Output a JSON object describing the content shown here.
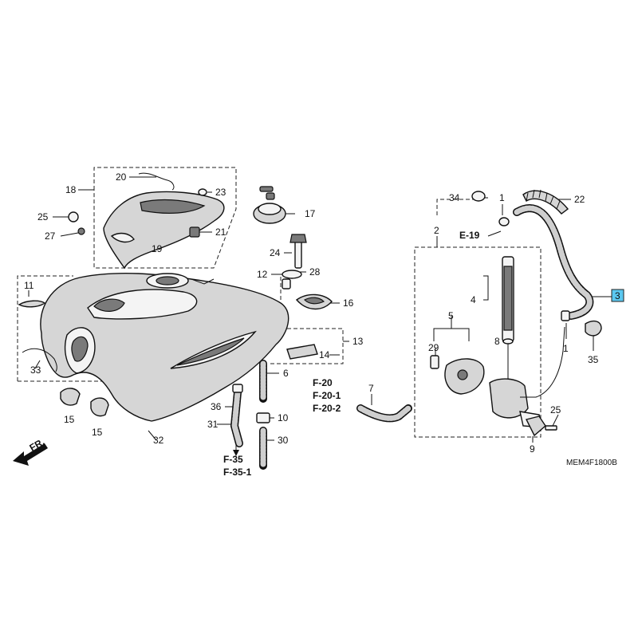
{
  "callouts": {
    "c1a": "1",
    "c1b": "1",
    "c2": "2",
    "c3": "3",
    "c4": "4",
    "c5": "5",
    "c6": "6",
    "c7": "7",
    "c8": "8",
    "c9": "9",
    "c10": "10",
    "c11": "11",
    "c12": "12",
    "c13": "13",
    "c14": "14",
    "c15a": "15",
    "c15b": "15",
    "c16": "16",
    "c17": "17",
    "c18": "18",
    "c19": "19",
    "c20": "20",
    "c21": "21",
    "c22": "22",
    "c23": "23",
    "c24": "24",
    "c25a": "25",
    "c25b": "25",
    "c27": "27",
    "c28": "28",
    "c29": "29",
    "c30": "30",
    "c31": "31",
    "c32": "32",
    "c33": "33",
    "c34": "34",
    "c35": "35",
    "c36": "36"
  },
  "refs": {
    "e19": "E-19",
    "f20": "F-20",
    "f20_1": "F-20-1",
    "f20_2": "F-20-2",
    "f35": "F-35",
    "f35_1": "F-35-1"
  },
  "front_label": "FR.",
  "diagram_code": "MEM4F1800B",
  "highlight_color": "#5bc8f0"
}
